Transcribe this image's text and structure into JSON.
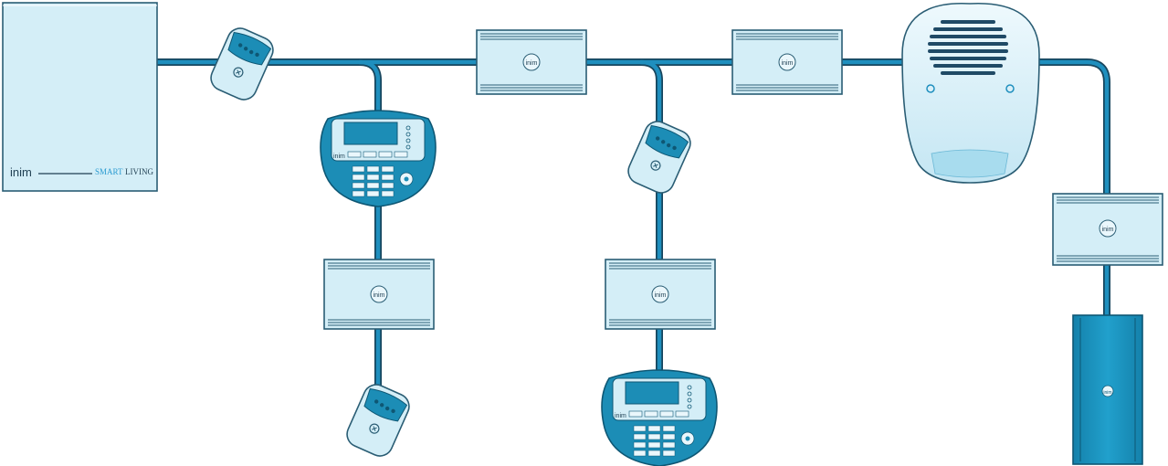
{
  "panel": {
    "brand": "inim",
    "product_prefix": "SMART",
    "product_suffix": "LIVING"
  },
  "expansion_label": "inim",
  "keypad_label": "inim",
  "power_supply_label": "inim",
  "colors": {
    "bus_outer": "#17455d",
    "bus_inner": "#1f8fbe",
    "device_fill": "#d4eef7",
    "device_stroke": "#2a5d74",
    "keypad_body": "#1c8db6",
    "keypad_dark": "#0e5774",
    "psu_fill": "#1c8fba",
    "smart_color": "#2b9bd1"
  }
}
